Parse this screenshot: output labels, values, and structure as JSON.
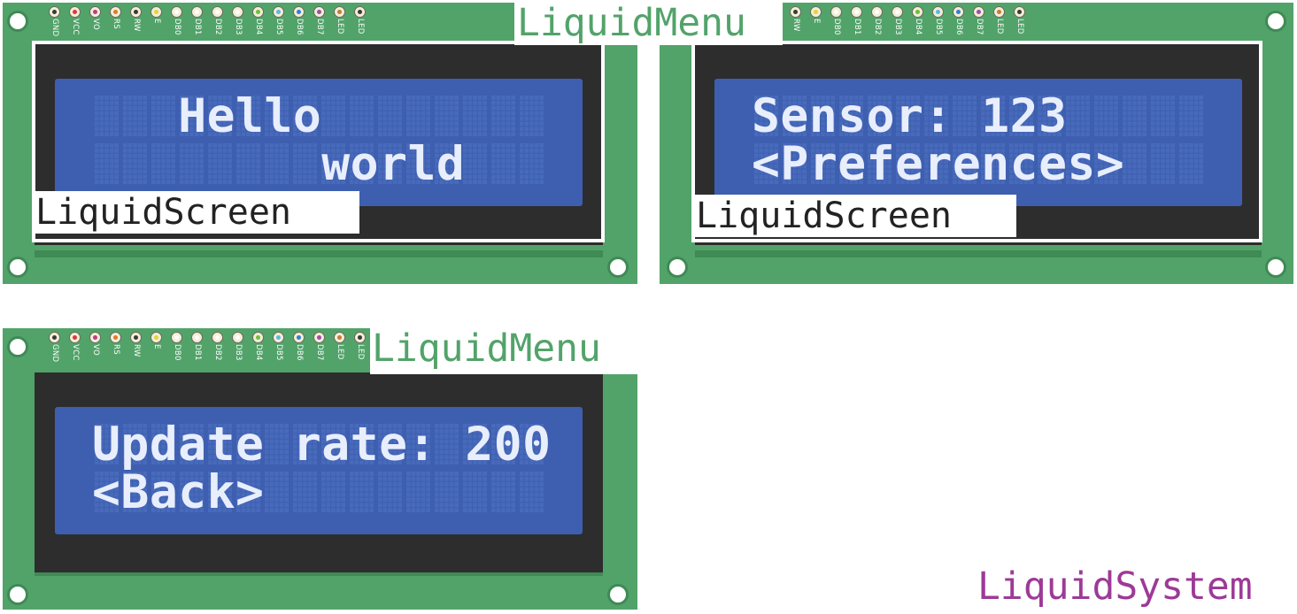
{
  "pin_labels": [
    "GND",
    "VCC",
    "VO",
    "RS",
    "RW",
    "E",
    "DB0",
    "DB1",
    "DB2",
    "DB3",
    "DB4",
    "DB5",
    "DB6",
    "DB7",
    "LED",
    "LED"
  ],
  "pin_dot_colors": [
    "#3a3a3a",
    "#d83b3b",
    "#c23b8a",
    "#e3792a",
    "#3a3a3a",
    "#e7d23a",
    "#ffffff",
    "#ffffff",
    "#ffffff",
    "#ffffff",
    "#6fbf3a",
    "#5bb7e6",
    "#2f7fd6",
    "#9a4fb0",
    "#c77a3a",
    "#3a3a3a"
  ],
  "colors": {
    "board": "#52a36a",
    "bezel": "#2d2d2d",
    "glass": "#3e5fb0",
    "lcd_text": "#e8eefc",
    "menu_label": "#52a36a",
    "system_label": "#9d3a97"
  },
  "labels": {
    "menu": "LiquidMenu",
    "screen": "LiquidScreen",
    "system": "LiquidSystem"
  },
  "displays": [
    {
      "line1": "   Hello",
      "line2": "        world"
    },
    {
      "line1": "Sensor: 123",
      "line2": "<Preferences>"
    },
    {
      "line1": "Update rate: 200",
      "line2": "<Back>"
    }
  ]
}
